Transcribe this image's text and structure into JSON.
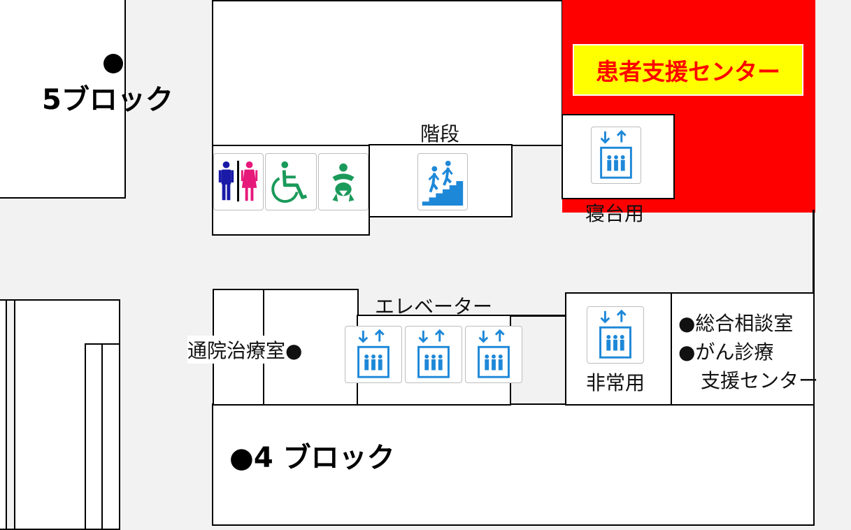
{
  "labels": {
    "block5": "5ブロック",
    "block4": "●4 ブロック",
    "stairs": "階段",
    "bed_elevator": "寝台用",
    "elevator": "エレベーター",
    "outpatient": "通院治療室●",
    "emergency_elevator": "非常用",
    "consult_1": "●総合相談室",
    "consult_2": "●がん診療",
    "consult_3": "支援センター",
    "patient_support": "患者支援センター"
  },
  "icons": {
    "restroom": "restroom-icon",
    "wheelchair": "wheelchair-icon",
    "baby": "baby-changing-icon",
    "stairs": "stairs-icon",
    "elevator": "elevator-icon"
  },
  "colors": {
    "highlight_area": "#ff0000",
    "banner_bg": "#ffff00",
    "banner_text": "#ff0000",
    "pictogram_blue": "#1e88d8",
    "accessible_green": "#1a9a5a",
    "male_blue": "#1a1aa8",
    "female_pink": "#e6187a"
  }
}
